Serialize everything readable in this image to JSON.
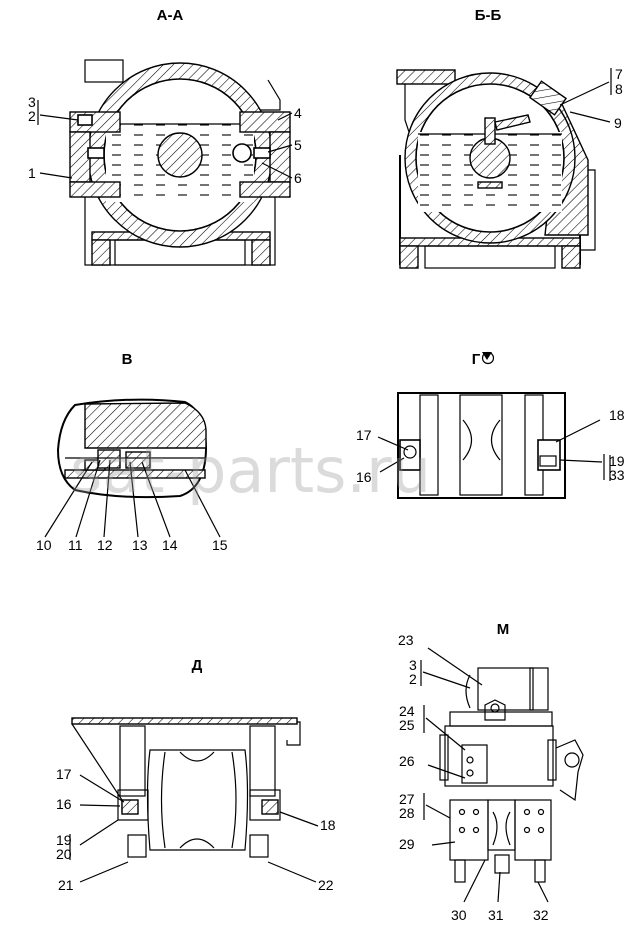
{
  "views": {
    "aa": {
      "title": "А-А",
      "labels": [
        "3",
        "2",
        "1",
        "4",
        "5",
        "6"
      ]
    },
    "bb": {
      "title": "Б-Б",
      "labels": [
        "7",
        "8",
        "9"
      ]
    },
    "v": {
      "title": "В",
      "labels": [
        "10",
        "11",
        "12",
        "13",
        "14",
        "15"
      ]
    },
    "g": {
      "title": "Г",
      "labels": [
        "17",
        "16",
        "18",
        "19",
        "33"
      ]
    },
    "d": {
      "title": "Д",
      "labels": [
        "17",
        "16",
        "19",
        "20",
        "18",
        "21",
        "22"
      ]
    },
    "m": {
      "title": "М",
      "labels": [
        "23",
        "3",
        "2",
        "24",
        "25",
        "26",
        "27",
        "28",
        "29",
        "30",
        "31",
        "32"
      ]
    }
  },
  "watermark": "sat-parts.ru"
}
